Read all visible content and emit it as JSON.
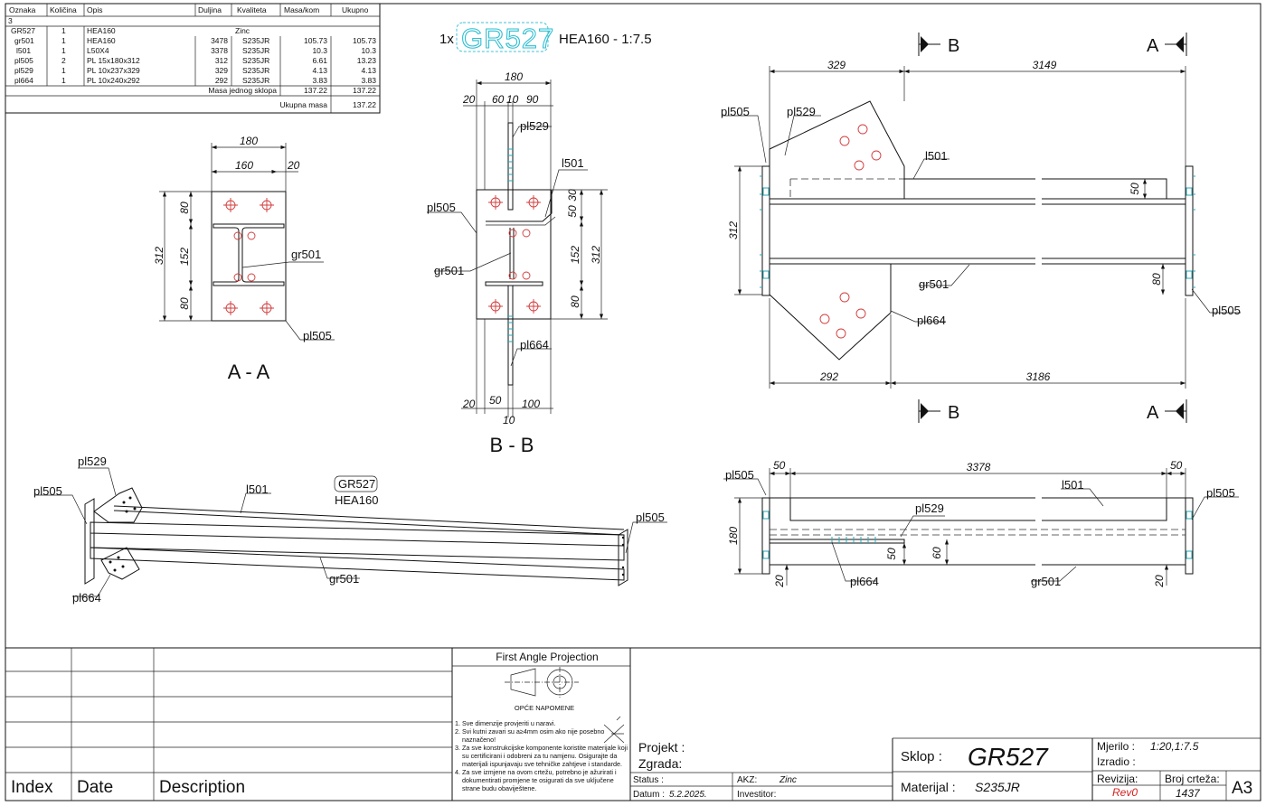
{
  "bom": {
    "headers": [
      "Oznaka",
      "Količina",
      "Opis",
      "Duljina",
      "Kvaliteta",
      "Masa/kom",
      "Ukupno"
    ],
    "group_row": "3",
    "assembly_row": {
      "mark": "GR527",
      "qty": "1",
      "desc": "HEA160",
      "finish": "Zinc"
    },
    "rows": [
      {
        "mark": "gr501",
        "qty": "1",
        "desc": "HEA160",
        "length": "3478",
        "grade": "S235JR",
        "mass": "105.73",
        "total": "105.73"
      },
      {
        "mark": "l501",
        "qty": "1",
        "desc": "L50X4",
        "length": "3378",
        "grade": "S235JR",
        "mass": "10.3",
        "total": "10.3"
      },
      {
        "mark": "pl505",
        "qty": "2",
        "desc": "PL 15x180x312",
        "length": "312",
        "grade": "S235JR",
        "mass": "6.61",
        "total": "13.23"
      },
      {
        "mark": "pl529",
        "qty": "1",
        "desc": "PL 10x237x329",
        "length": "329",
        "grade": "S235JR",
        "mass": "4.13",
        "total": "4.13"
      },
      {
        "mark": "pl664",
        "qty": "1",
        "desc": "PL 10x240x292",
        "length": "292",
        "grade": "S235JR",
        "mass": "3.83",
        "total": "3.83"
      }
    ],
    "subtotal_label": "Masa jednog sklopa",
    "subtotal_mass": "137.22",
    "subtotal_total": "137.22",
    "total_label": "Ukupna masa",
    "total_value": "137.22"
  },
  "header": {
    "qty": "1x",
    "assembly": "GR527",
    "profile_scale": "HEA160 - 1:7.5"
  },
  "sections": {
    "aa": {
      "title": "A - A",
      "d180": "180",
      "d160": "160",
      "d20": "20",
      "d312": "312",
      "d80a": "80",
      "d152": "152",
      "d80b": "80",
      "lbl_gr501": "gr501",
      "lbl_pl505": "pl505"
    },
    "bb": {
      "title": "B - B",
      "d180": "180",
      "d20": "20",
      "d60": "60",
      "d10": "10",
      "d90": "90",
      "d50": "50",
      "d30": "30",
      "d152": "152",
      "d80": "80",
      "d312": "312",
      "b20": "20",
      "b50": "50",
      "b100": "100",
      "b10": "10",
      "lbl_pl529": "pl529",
      "lbl_l501": "l501",
      "lbl_pl505": "pl505",
      "lbl_gr501": "gr501",
      "lbl_pl664": "pl664"
    }
  },
  "elevation": {
    "marker_b": "B",
    "marker_a": "A",
    "d329": "329",
    "d3149": "3149",
    "d312": "312",
    "d50": "50",
    "d80": "80",
    "d292": "292",
    "d3186": "3186",
    "lbl_pl505_l": "pl505",
    "lbl_pl529": "pl529",
    "lbl_l501": "l501",
    "lbl_gr501": "gr501",
    "lbl_pl664": "pl664",
    "lbl_pl505_r": "pl505"
  },
  "plan": {
    "d50l": "50",
    "d3378": "3378",
    "d50r": "50",
    "d180": "180",
    "d50v": "50",
    "d60": "60",
    "d20l": "20",
    "d20r": "20",
    "lbl_pl505_l": "pl505",
    "lbl_l501": "l501",
    "lbl_pl529": "pl529",
    "lbl_pl664": "pl664",
    "lbl_gr501": "gr501",
    "lbl_pl505_r": "pl505"
  },
  "iso": {
    "tag": "GR527",
    "profile": "HEA160",
    "lbl_pl529": "pl529",
    "lbl_pl505_l": "pl505",
    "lbl_l501": "l501",
    "lbl_pl505_r": "pl505",
    "lbl_gr501": "gr501",
    "lbl_pl664": "pl664"
  },
  "title_block": {
    "projection": "First Angle Projection",
    "notes_title": "OPĆE NAPOMENE",
    "notes": [
      "1. Sve dimenzije provjeriti u naravi.",
      "2. Svi kutni zavari su a≥4mm osim ako nije posebno",
      "naznačeno!",
      "3. Za sve konstrukcijske komponente koristite materijale koji",
      "su certificirani i odobreni za tu namjenu. Osigurajte da",
      "materijali ispunjavaju sve tehničke zahtjeve i standarde.",
      "4. Za sve izmjene na ovom crtežu, potrebno je ažurirati i",
      "dokumentirati promjene te osigurati da sve uključene",
      "strane budu obaviještene."
    ],
    "rev_headers": {
      "index": "Index",
      "date": "Date",
      "description": "Description"
    },
    "projekt_label": "Projekt :",
    "zgrada_label": "Zgrada:",
    "status_label": "Status :",
    "akz_label": "AKZ:",
    "akz_value": "Zinc",
    "datum_label": "Datum :",
    "datum_value": "5.2.2025.",
    "investitor_label": "Investitor:",
    "sklop_label": "Sklop :",
    "sklop_value": "GR527",
    "materijal_label": "Materijal :",
    "materijal_value": "S235JR",
    "mjerilo_label": "Mjerilo :",
    "mjerilo_value": "1:20,1:7.5",
    "izradio_label": "Izradio :",
    "revizija_label": "Revizija:",
    "revizija_value": "Rev0",
    "broj_label": "Broj crteža:",
    "broj_value": "1437",
    "format": "A3",
    "rev_color": "#d42020"
  }
}
